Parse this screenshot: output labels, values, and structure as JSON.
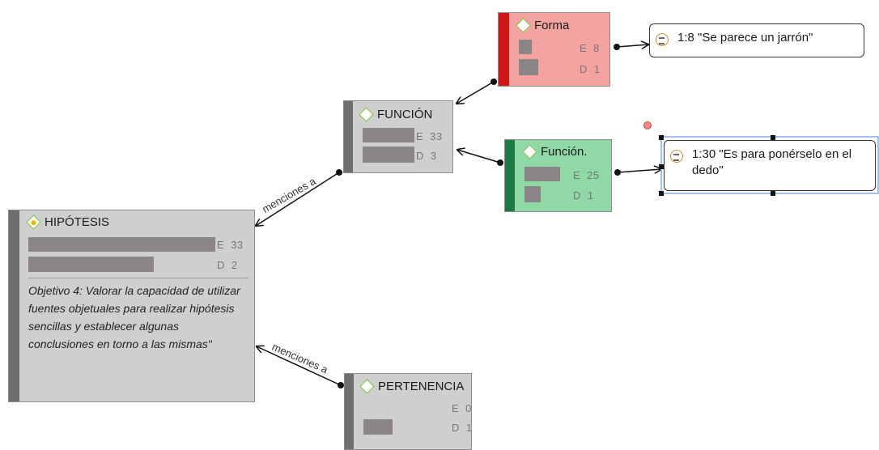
{
  "nodes": {
    "forma": {
      "name": "Forma",
      "e_label": "E",
      "e_value": "8",
      "d_label": "D",
      "d_value": "1"
    },
    "funcion_upper": {
      "name": "FUNCIÓN",
      "e_label": "E",
      "e_value": "33",
      "d_label": "D",
      "d_value": "3"
    },
    "funcion_green": {
      "name": "Función.",
      "e_label": "E",
      "e_value": "25",
      "d_label": "D",
      "d_value": "1"
    },
    "hipotesis": {
      "name": "HIPÓTESIS",
      "e_label": "E",
      "e_value": "33",
      "d_label": "D",
      "d_value": "2",
      "comment": "Objetivo 4: Valorar la capacidad de utilizar fuentes objetuales para realizar hipótesis sencillas y establecer algunas conclusiones en torno a las mismas\""
    },
    "pertenencia": {
      "name": "PERTENENCIA",
      "e_label": "E",
      "e_value": "0",
      "d_label": "D",
      "d_value": "1"
    }
  },
  "quotes": {
    "q1": {
      "text": "1:8 \"Se parece un jarrón\""
    },
    "q2": {
      "text": "1:30 \"Es para ponérselo en el dedo\""
    }
  },
  "links": {
    "label_1": "menciones a",
    "label_2": "menciones a"
  },
  "colors": {
    "forma_fill": "#f4a3a0",
    "forma_stripe": "#d01818",
    "funcion_green_fill": "#8fd9a6",
    "funcion_green_stripe": "#1e7a45",
    "gray_fill": "#cfcfcf",
    "gray_stripe": "#6e6e6e",
    "bar": "#8a8587",
    "selection_border": "#9fc3e8"
  }
}
